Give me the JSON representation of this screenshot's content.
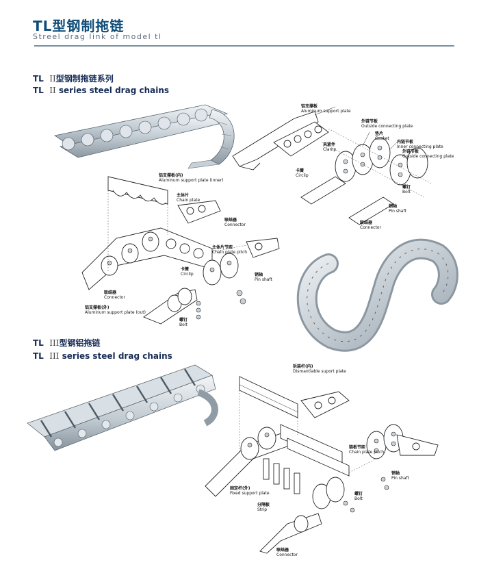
{
  "header": {
    "title_cn": "TL型钢制拖链",
    "title_en": "Streel drag link of model tl"
  },
  "section2": {
    "prefix": "TL",
    "roman": "II",
    "title_cn": "型钢制拖链系列",
    "title_en": "series steel drag chains"
  },
  "section3": {
    "prefix": "TL",
    "roman": "III",
    "title_cn": "型钢铝拖链",
    "title_en": "series steel drag chains"
  },
  "labels_right_top": {
    "support_plate": {
      "cn": "铝支撑板",
      "en": "Aluminum support plate"
    },
    "outside_plate": {
      "cn": "外链节板",
      "en": "Outside connecting plate"
    },
    "clamp": {
      "cn": "夹紧件",
      "en": "Clamp"
    },
    "gasket": {
      "cn": "垫片",
      "en": "Gasket"
    },
    "inner_plate": {
      "cn": "内链节板",
      "en": "Inner connecting plate"
    },
    "outside_plate2": {
      "cn": "外链节板",
      "en": "Outside connecting plate"
    },
    "circlip": {
      "cn": "卡簧",
      "en": "Circlip"
    },
    "bolt": {
      "cn": "螺钉",
      "en": "Bolt"
    },
    "pin_shaft": {
      "cn": "销轴",
      "en": "Pin shaft"
    },
    "connector": {
      "cn": "联结器",
      "en": "Connector"
    }
  },
  "labels_middle": {
    "support_inner": {
      "cn": "铝支撑板(内)",
      "en": "Aluminum support plate (inner)"
    },
    "chain_plate": {
      "cn": "主体片",
      "en": "Chain plate"
    },
    "connector": {
      "cn": "联结器",
      "en": "Connector"
    },
    "chain_pitch": {
      "cn": "主体片节距",
      "en": "Chain plate pitch"
    },
    "circlip": {
      "cn": "卡簧",
      "en": "Circlip"
    },
    "pin_shaft": {
      "cn": "销轴",
      "en": "Pin shaft"
    },
    "connector2": {
      "cn": "联结器",
      "en": "Connector"
    },
    "support_out": {
      "cn": "铝支撑板(外)",
      "en": "Aluminum support plate (out)"
    },
    "bolt": {
      "cn": "螺钉",
      "en": "Bolt"
    }
  },
  "labels_bottom": {
    "dismantlable": {
      "cn": "拆装杆(内)",
      "en": "Dismantlable suport plate"
    },
    "chain_pitch": {
      "cn": "链板节距",
      "en": "Chain plate pitch"
    },
    "pin_shaft": {
      "cn": "销轴",
      "en": "Pin shaft"
    },
    "bolt": {
      "cn": "螺钉",
      "en": "Bolt"
    },
    "fixed_plate": {
      "cn": "固定杆(外)",
      "en": "Fixed support plate"
    },
    "strip": {
      "cn": "分隔板",
      "en": "Strip"
    },
    "connector": {
      "cn": "联结器",
      "en": "Connector"
    }
  },
  "colors": {
    "title": "#0f4d79",
    "rule": "#7a8f9f",
    "metal_light": "#e6ebef",
    "metal_mid": "#b8c3cc",
    "metal_dark": "#7d8a95",
    "line": "#222222"
  }
}
